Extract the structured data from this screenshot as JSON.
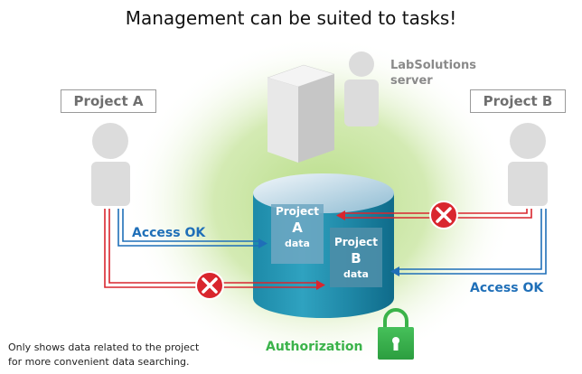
{
  "title": "Management can be suited to tasks!",
  "projects": {
    "a_label": "Project A",
    "b_label": "Project B"
  },
  "server": {
    "line1": "LabSolutions",
    "line2": "server"
  },
  "access": {
    "left": "Access OK",
    "right": "Access OK"
  },
  "database": {
    "project_a": {
      "line1": "Project",
      "line2": "A",
      "line3": "data"
    },
    "project_b": {
      "line1": "Project",
      "line2": "B",
      "line3": "data"
    }
  },
  "authorization_label": "Authorization",
  "note": {
    "line1": "Only shows data related to the project",
    "line2": "for more convenient data searching."
  },
  "colors": {
    "access_blue": "#1f6fb8",
    "deny_red": "#d9262e",
    "auth_green": "#3bb34a",
    "person_gray": "#dcdcdc"
  },
  "icons": [
    "person-icon",
    "server-icon",
    "database-icon",
    "deny-icon",
    "padlock-icon"
  ]
}
